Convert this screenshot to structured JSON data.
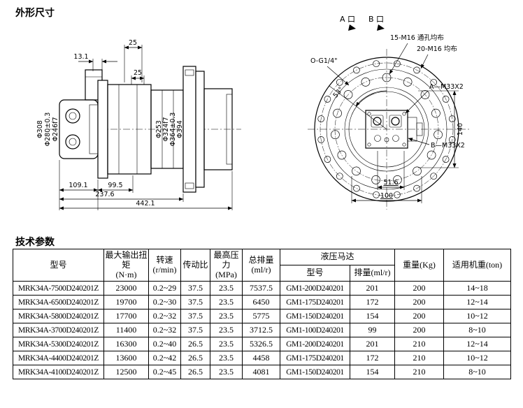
{
  "page": {
    "section1_title": "外形尺寸",
    "section2_title": "技术参数"
  },
  "drawing": {
    "side": {
      "dim_13_1": "13.1",
      "dim_25_top": "25",
      "dim_25_inner": "25",
      "dia_308": "Φ308",
      "dia_280": "Φ280±0.3",
      "dia_246": "Φ246f7",
      "dia_253": "Φ253",
      "dia_324": "Φ324f7",
      "dia_364": "Φ364±0.3",
      "dia_394": "Φ394",
      "dim_109_1": "109.1",
      "dim_99_5": "99.5",
      "dim_237_6": "237.6",
      "dim_442_1": "442.1"
    },
    "front": {
      "port_a": "A 口",
      "port_b": "B 口",
      "bolts_15": "15-M16 通孔均布",
      "bolts_20": "20-M16 均布",
      "port_g": "O-G1/4\"",
      "angle": "53°",
      "a_m33": "A—M33X2",
      "b_m33": "B—M33X2",
      "dim_140": "140",
      "dim_51_6": "51.6",
      "dim_100": "100"
    }
  },
  "table": {
    "headers": {
      "model": "型号",
      "torque": "最大输出扭矩\n(N·m)",
      "speed": "转速\n(r/min)",
      "ratio": "传动比",
      "pressure": "最高压力\n(MPa)",
      "displacement": "总排量\n(ml/r)",
      "motor_group": "液压马达",
      "motor_model": "型号",
      "motor_disp": "排量(ml/r)",
      "weight": "重量(Kg)",
      "machine_weight": "适用机重(ton)"
    },
    "rows": [
      [
        "MRK34A-7500D240201Z",
        "23000",
        "0.2~29",
        "37.5",
        "23.5",
        "7537.5",
        "GM1-200D240201",
        "201",
        "200",
        "14~18"
      ],
      [
        "MRK34A-6500D240201Z",
        "19700",
        "0.2~30",
        "37.5",
        "23.5",
        "6450",
        "GM1-175D240201",
        "172",
        "200",
        "12~14"
      ],
      [
        "MRK34A-5800D240201Z",
        "17700",
        "0.2~32",
        "37.5",
        "23.5",
        "5775",
        "GM1-150D240201",
        "154",
        "200",
        "10~12"
      ],
      [
        "MRK34A-3700D240201Z",
        "11400",
        "0.2~32",
        "37.5",
        "23.5",
        "3712.5",
        "GM1-100D240201",
        "99",
        "200",
        "8~10"
      ],
      [
        "MRK34A-5300D240201Z",
        "16300",
        "0.2~40",
        "26.5",
        "23.5",
        "5326.5",
        "GM1-200D240201",
        "201",
        "210",
        "12~14"
      ],
      [
        "MRK34A-4400D240201Z",
        "13600",
        "0.2~42",
        "26.5",
        "23.5",
        "4458",
        "GM1-175D240201",
        "172",
        "210",
        "10~12"
      ],
      [
        "MRK34A-4100D240201Z",
        "12500",
        "0.2~45",
        "26.5",
        "23.5",
        "4081",
        "GM1-150D240201",
        "154",
        "210",
        "8~10"
      ]
    ]
  }
}
